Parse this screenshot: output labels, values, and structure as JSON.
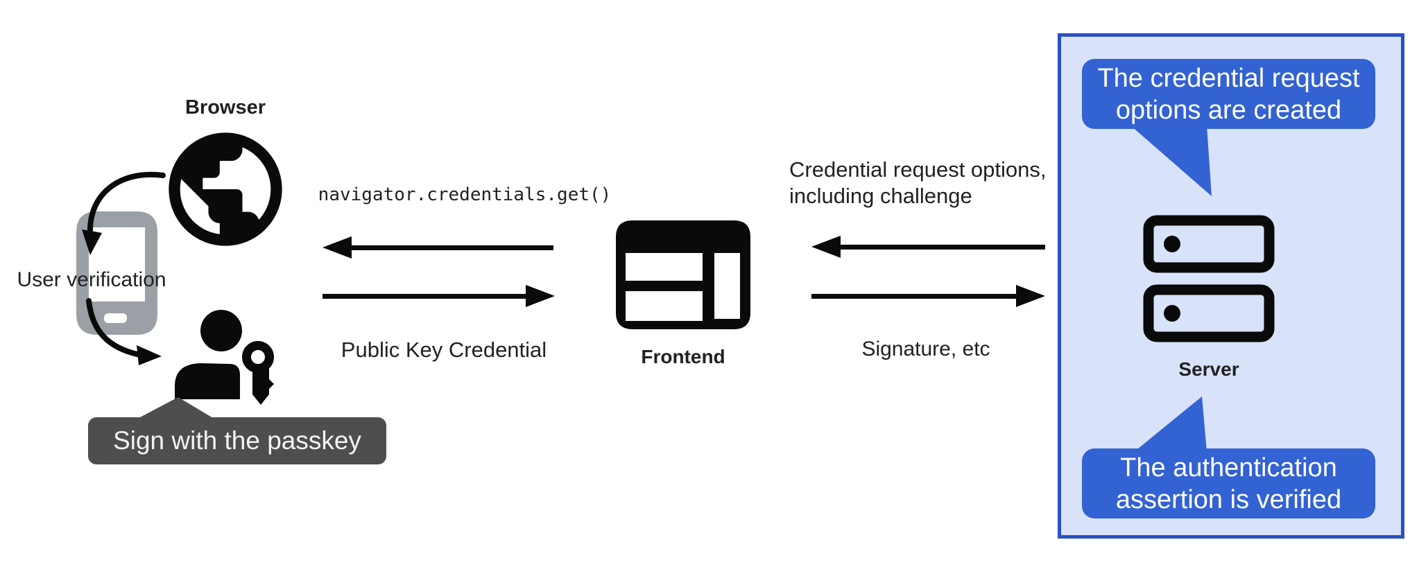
{
  "colors": {
    "ink": "#0a0a0a",
    "text": "#202124",
    "accent_blue": "#3362d2",
    "panel_fill": "#d8e2f9",
    "panel_border": "#2a50c4",
    "tooltip_bg": "#4e4e50",
    "phone_gray": "#9aa0a6"
  },
  "left": {
    "browser_label": "Browser",
    "user_verification_label": "User verification",
    "passkey_tooltip": "Sign with the passkey"
  },
  "middle": {
    "api_call": "navigator.credentials.get()",
    "response_label": "Public Key Credential",
    "frontend_label": "Frontend"
  },
  "right": {
    "request_line1": "Credential request options,",
    "request_line2": "including challenge",
    "response_label": "Signature, etc",
    "server_label": "Server",
    "note_top_line1": "The credential request",
    "note_top_line2": "options are created",
    "note_bottom_line1": "The authentication",
    "note_bottom_line2": "assertion is verified"
  }
}
